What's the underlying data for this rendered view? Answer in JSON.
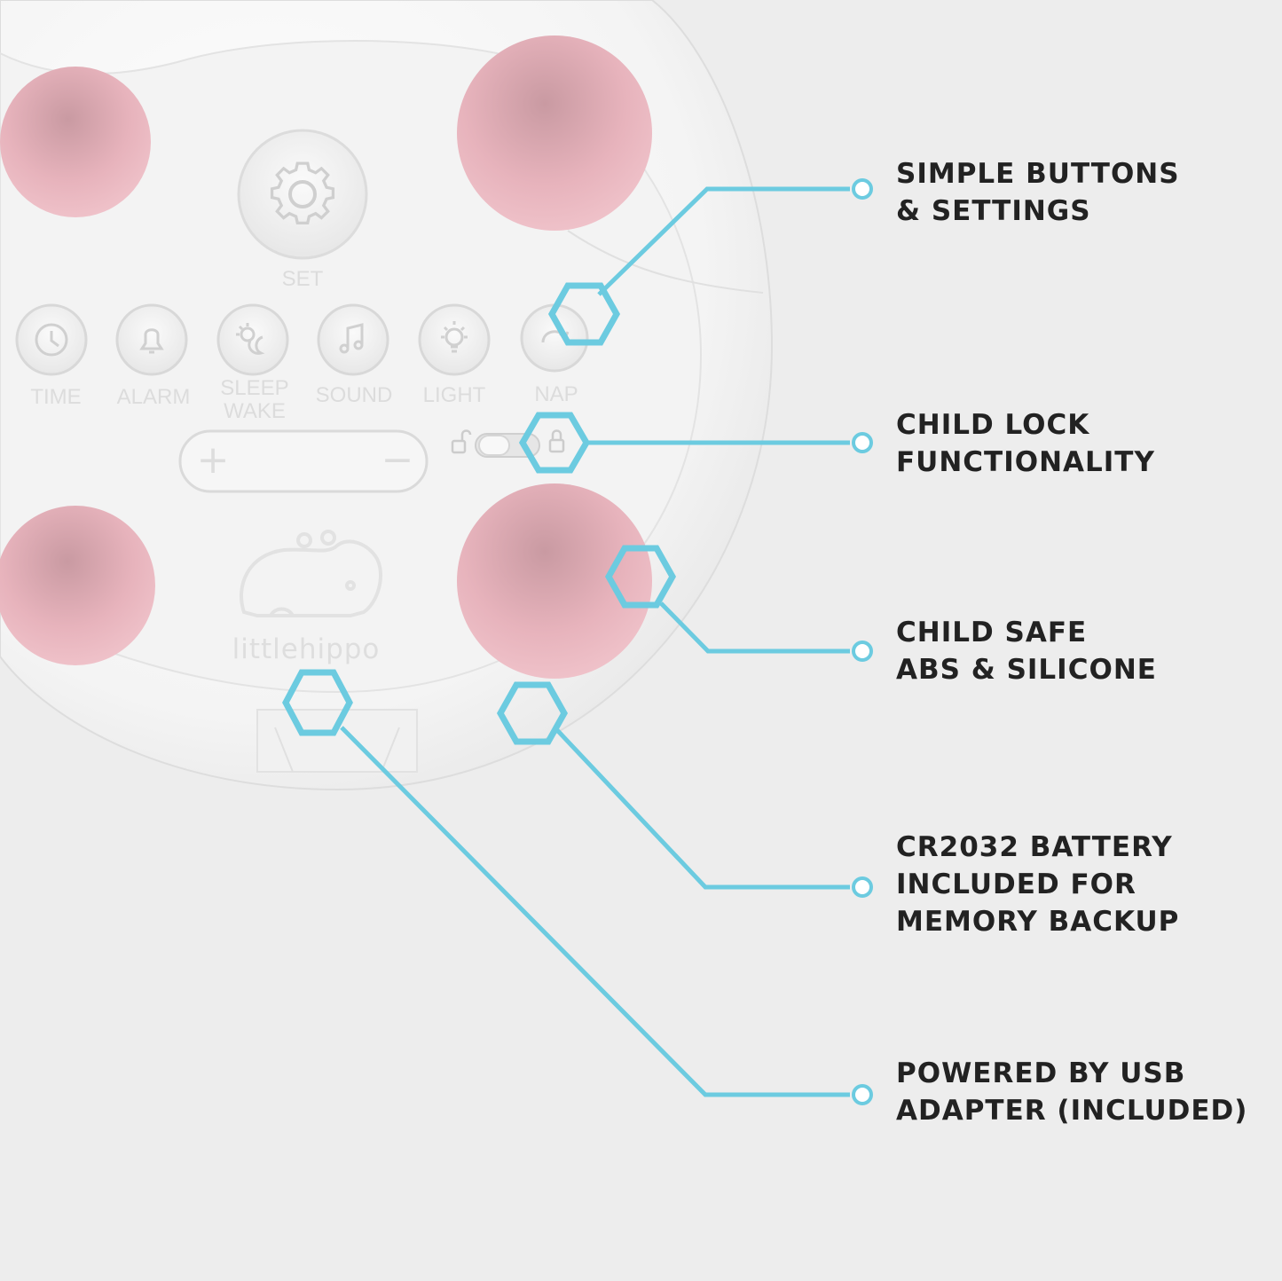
{
  "device": {
    "set_label": "SET",
    "buttons": [
      {
        "label": "TIME",
        "icon": "clock-icon"
      },
      {
        "label": "ALARM",
        "icon": "bell-icon"
      },
      {
        "label_lines": [
          "SLEEP",
          "WAKE"
        ],
        "icon": "sun-moon-icon"
      },
      {
        "label": "SOUND",
        "icon": "music-note-icon"
      },
      {
        "label": "LIGHT",
        "icon": "light-bulb-icon"
      },
      {
        "label": "NAP",
        "icon": "nap-icon"
      }
    ],
    "volume": {
      "plus": "+",
      "minus": "−"
    },
    "brand": "littlehippo"
  },
  "callouts": [
    {
      "lines": [
        "SIMPLE BUTTONS",
        "& SETTINGS"
      ]
    },
    {
      "lines": [
        "CHILD LOCK",
        "FUNCTIONALITY"
      ]
    },
    {
      "lines": [
        "CHILD SAFE",
        "ABS & SILICONE"
      ]
    },
    {
      "lines": [
        "CR2032 BATTERY",
        "INCLUDED FOR",
        "MEMORY BACKUP"
      ]
    },
    {
      "lines": [
        "POWERED BY USB",
        "ADAPTER (INCLUDED)"
      ]
    }
  ],
  "colors": {
    "background": "#ededed",
    "device_body": "#f7f7f7",
    "feet": "#eab6bf",
    "accent": "#6ccbe0",
    "text": "#222222"
  }
}
